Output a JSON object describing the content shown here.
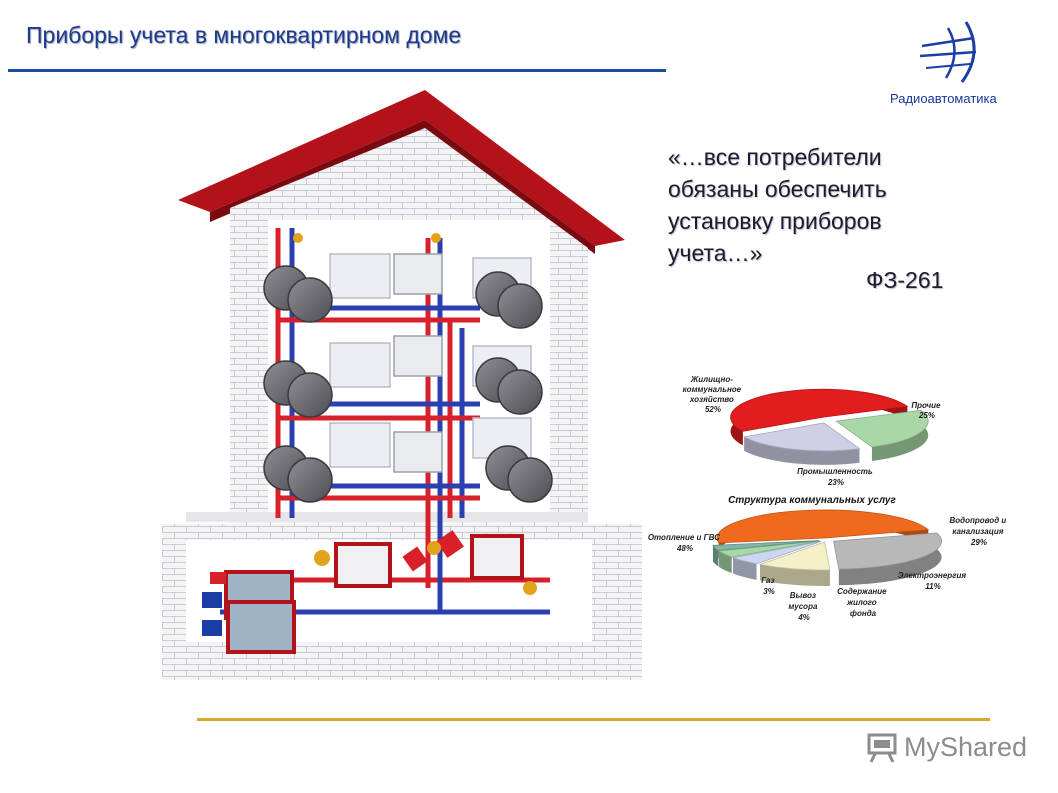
{
  "header": {
    "title": "Приборы учета в многоквартирном доме"
  },
  "logo": {
    "text": "Радиоавтоматика",
    "icon": "globe-grid-icon"
  },
  "quote": {
    "lines": [
      "«…все потребители",
      "обязаны обеспечить",
      "установку приборов",
      "учета…»"
    ],
    "law": "ФЗ-261"
  },
  "house_illustration": {
    "icon": "apartment-house-metering-icon"
  },
  "chart_data": [
    {
      "type": "pie",
      "labels": [
        "Жилищно-коммунальное хозяйство",
        "Прочие",
        "Промышленность"
      ],
      "values": [
        52,
        25,
        23
      ],
      "label_lines": [
        [
          "Жилищно-",
          "коммунальное",
          "хозяйство",
          "52%"
        ],
        [
          "Прочие",
          "25%"
        ],
        [
          "Промышленность",
          "23%"
        ]
      ],
      "colors": [
        "#e21d1d",
        "#a9d7a6",
        "#cfd0e6"
      ]
    },
    {
      "type": "pie",
      "title": "Структура коммунальных услуг",
      "labels": [
        "Отопление и ГВС",
        "Водопровод и канализация",
        "Электроэнергия",
        "Содержание жилого фонда",
        "Вывоз мусора",
        "Газ"
      ],
      "values": [
        48,
        29,
        11,
        5,
        4,
        3
      ],
      "label_lines": [
        [
          "Отопление и ГВС",
          "48%"
        ],
        [
          "Водопровод и",
          "канализация",
          "29%"
        ],
        [
          "Электроэнергия",
          "11%"
        ],
        [
          "Содержание",
          "жилого",
          "фонда"
        ],
        [
          "Вывоз",
          "мусора",
          "4%"
        ],
        [
          "Газ",
          "3%"
        ]
      ],
      "colors": [
        "#f06a1e",
        "#b8b8b8",
        "#f3efc6",
        "#cdd6f0",
        "#a6d8a8",
        "#7fb6a6"
      ]
    }
  ],
  "watermark": {
    "text": "MyShared",
    "icon": "myshared-logo-icon"
  }
}
